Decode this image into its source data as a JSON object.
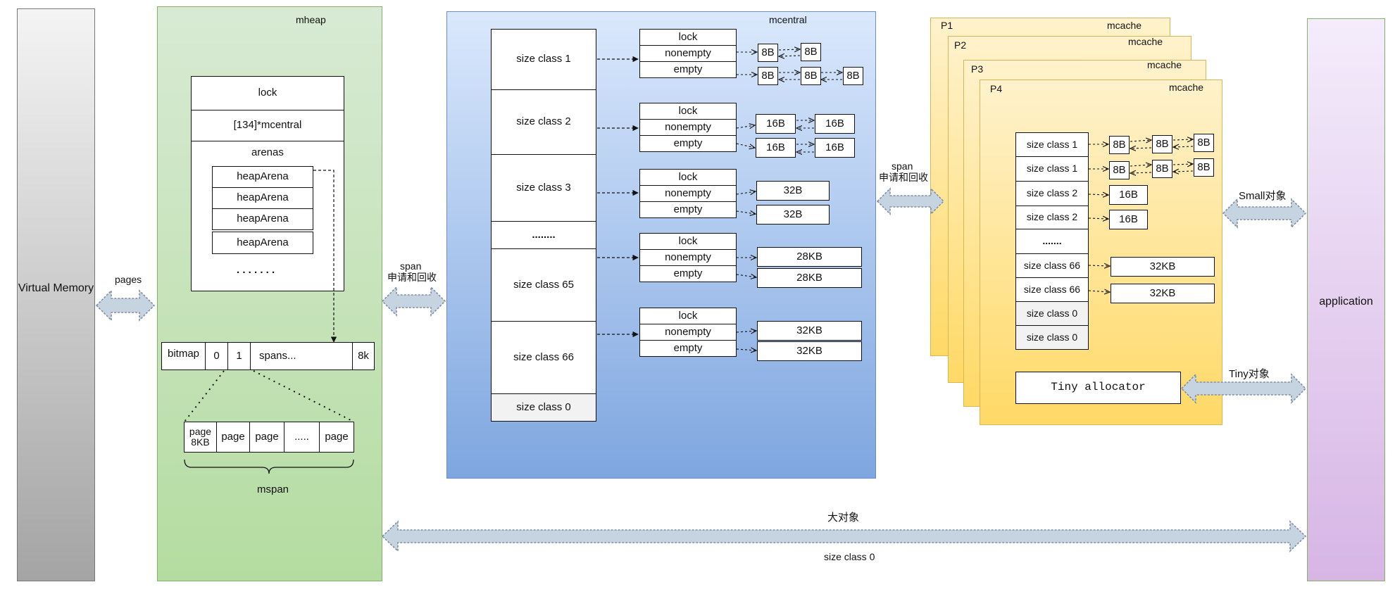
{
  "virtual_memory": {
    "label": "Virtual Memory"
  },
  "links": {
    "pages": "pages",
    "span": "span",
    "span_sub": "申请和回收",
    "small": "Small对象",
    "tiny": "Tiny对象",
    "large": "大对象",
    "size_class_0": "size class 0"
  },
  "mheap": {
    "title": "mheap",
    "lock": "lock",
    "mcentral_ptr": "[134]*mcentral",
    "arenas": "arenas",
    "heap_arenas": [
      "heapArena",
      "heapArena",
      "heapArena",
      "heapArena"
    ],
    "more": ". . . . . . .",
    "bitmap_row": [
      "bitmap",
      "0",
      "1",
      "spans...",
      "8k"
    ],
    "pages": [
      "page\n8KB",
      "page",
      "page",
      ".....",
      "page"
    ],
    "mspan": "mspan"
  },
  "mcentral": {
    "title": "mcentral",
    "size_classes": [
      "size class 1",
      "size class 2",
      "size class 3",
      "........",
      "size class 65",
      "size class 66",
      "size class 0"
    ],
    "lists": [
      {
        "lock": "lock",
        "nonempty": "nonempty",
        "empty": "empty",
        "nonempty_blocks": [
          "8B",
          "8B"
        ],
        "empty_blocks": [
          "8B",
          "8B",
          "8B"
        ]
      },
      {
        "lock": "lock",
        "nonempty": "nonempty",
        "empty": "empty",
        "nonempty_blocks": [
          "16B",
          "16B"
        ],
        "empty_blocks": [
          "16B",
          "16B"
        ]
      },
      {
        "lock": "lock",
        "nonempty": "nonempty",
        "empty": "empty",
        "nonempty_blocks": [
          "32B"
        ],
        "empty_blocks": [
          "32B"
        ]
      },
      {
        "lock": "lock",
        "nonempty": "nonempty",
        "empty": "empty",
        "nonempty_blocks": [
          "28KB"
        ],
        "empty_blocks": [
          "28KB"
        ]
      },
      {
        "lock": "lock",
        "nonempty": "nonempty",
        "empty": "empty",
        "nonempty_blocks": [
          "32KB"
        ],
        "empty_blocks": [
          "32KB"
        ]
      }
    ]
  },
  "processors": [
    {
      "name": "P1",
      "cache": "mcache"
    },
    {
      "name": "P2",
      "cache": "mcache"
    },
    {
      "name": "P3",
      "cache": "mcache"
    },
    {
      "name": "P4",
      "cache": "mcache"
    }
  ],
  "mcache": {
    "size_classes": [
      "size class 1",
      "size class 1",
      "size class 2",
      "size class 2",
      ".......",
      "size class 66",
      "size class 66",
      "size class 0",
      "size class 0"
    ],
    "row1_blocks": [
      "8B",
      "8B",
      "8B"
    ],
    "row2_blocks": [
      "8B",
      "8B",
      "8B"
    ],
    "row3_blocks": [
      "16B"
    ],
    "row4_blocks": [
      "16B"
    ],
    "row6_blocks": [
      "32KB"
    ],
    "row7_blocks": [
      "32KB"
    ],
    "tiny_allocator": "Tiny allocator"
  },
  "application": {
    "label": "application"
  },
  "colors": {
    "arrow_fill": "#c6d3e0",
    "arrow_stroke": "#7f8fa3"
  }
}
